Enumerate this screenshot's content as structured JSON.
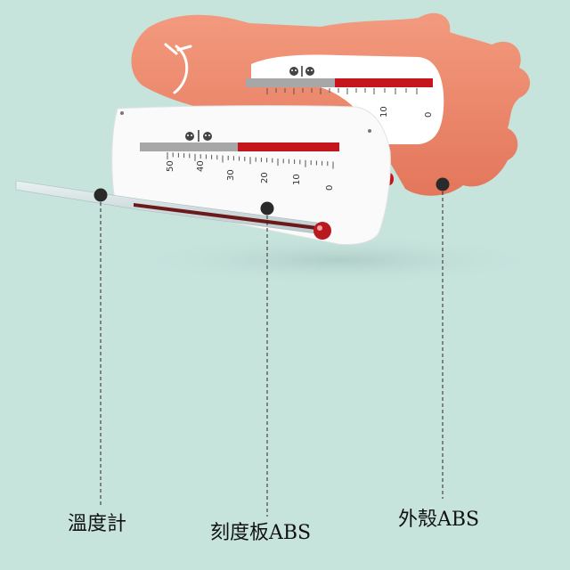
{
  "labels": {
    "thermometer": "溫度計",
    "scale_plate": "刻度板ABS",
    "shell": "外殼ABS"
  },
  "back_scale": {
    "ticks": [
      "10",
      "0"
    ]
  },
  "front_scale": {
    "ticks": [
      "50",
      "40",
      "30",
      "20",
      "10",
      "0"
    ]
  },
  "colors": {
    "background": "#c6e3dc",
    "shell": "#ef8a6e",
    "mercury": "#c4161c",
    "plate": "#fafafa",
    "leader": "#2a2a2a"
  },
  "icons": [
    "smile-face-icon",
    "frown-face-icon",
    "closed-eye-icon"
  ]
}
